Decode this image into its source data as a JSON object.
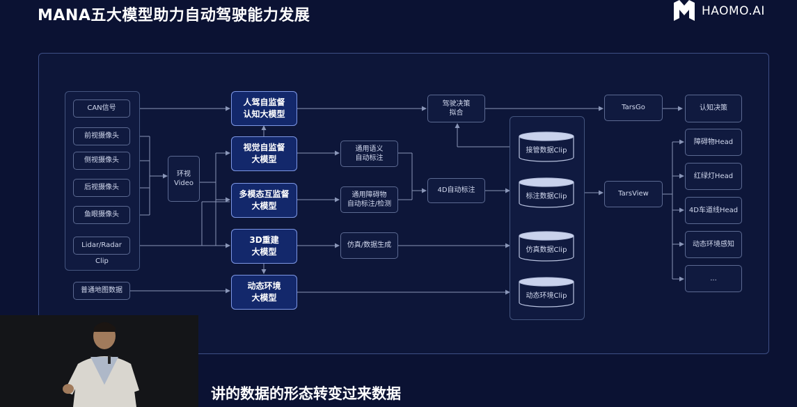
{
  "header": {
    "title": "MANA五大模型助力自动驾驶能力发展",
    "logo_text": "HAOMO.AI",
    "logo_icon": "haomo-logo-icon"
  },
  "inputs": {
    "can": "CAN信号",
    "front_cam": "前视摄像头",
    "side_cam": "侧视摄像头",
    "rear_cam": "后视摄像头",
    "fisheye_cam": "鱼眼摄像头",
    "lidar": "Lidar/Radar",
    "clip": "Clip",
    "map": "普通地图数据"
  },
  "video": "环视\nVideo",
  "models": {
    "m1": "人驾自监督\n认知大模型",
    "m2": "视觉自监督\n大模型",
    "m3": "多模态互监督\n大模型",
    "m4": "3D重建\n大模型",
    "m5": "动态环境\n大模型"
  },
  "mid": {
    "semantic": "通用语义\n自动标注",
    "obstacle": "通用障碍物\n自动标注/检测",
    "sim": "仿真/数据生成",
    "decision": "驾驶决策\n拟合",
    "auto4d": "4D自动标注"
  },
  "clips": {
    "takeover": "接管数据Clip",
    "labeled": "标注数据Clip",
    "sim": "仿真数据Clip",
    "dynamic": "动态环境Clip"
  },
  "right": {
    "tarsgo": "TarsGo",
    "cognition": "认知决策",
    "tarsview": "TarsView",
    "heads": [
      "障碍物Head",
      "红绿灯Head",
      "4D车道线Head",
      "动态环境感知",
      "..."
    ]
  },
  "caption": "讲的数据的形态转变过来数据",
  "colors": {
    "background": "#0b1233",
    "model_fill": "#13286b",
    "model_border": "#7e98e6",
    "line": "#8a96b8"
  }
}
